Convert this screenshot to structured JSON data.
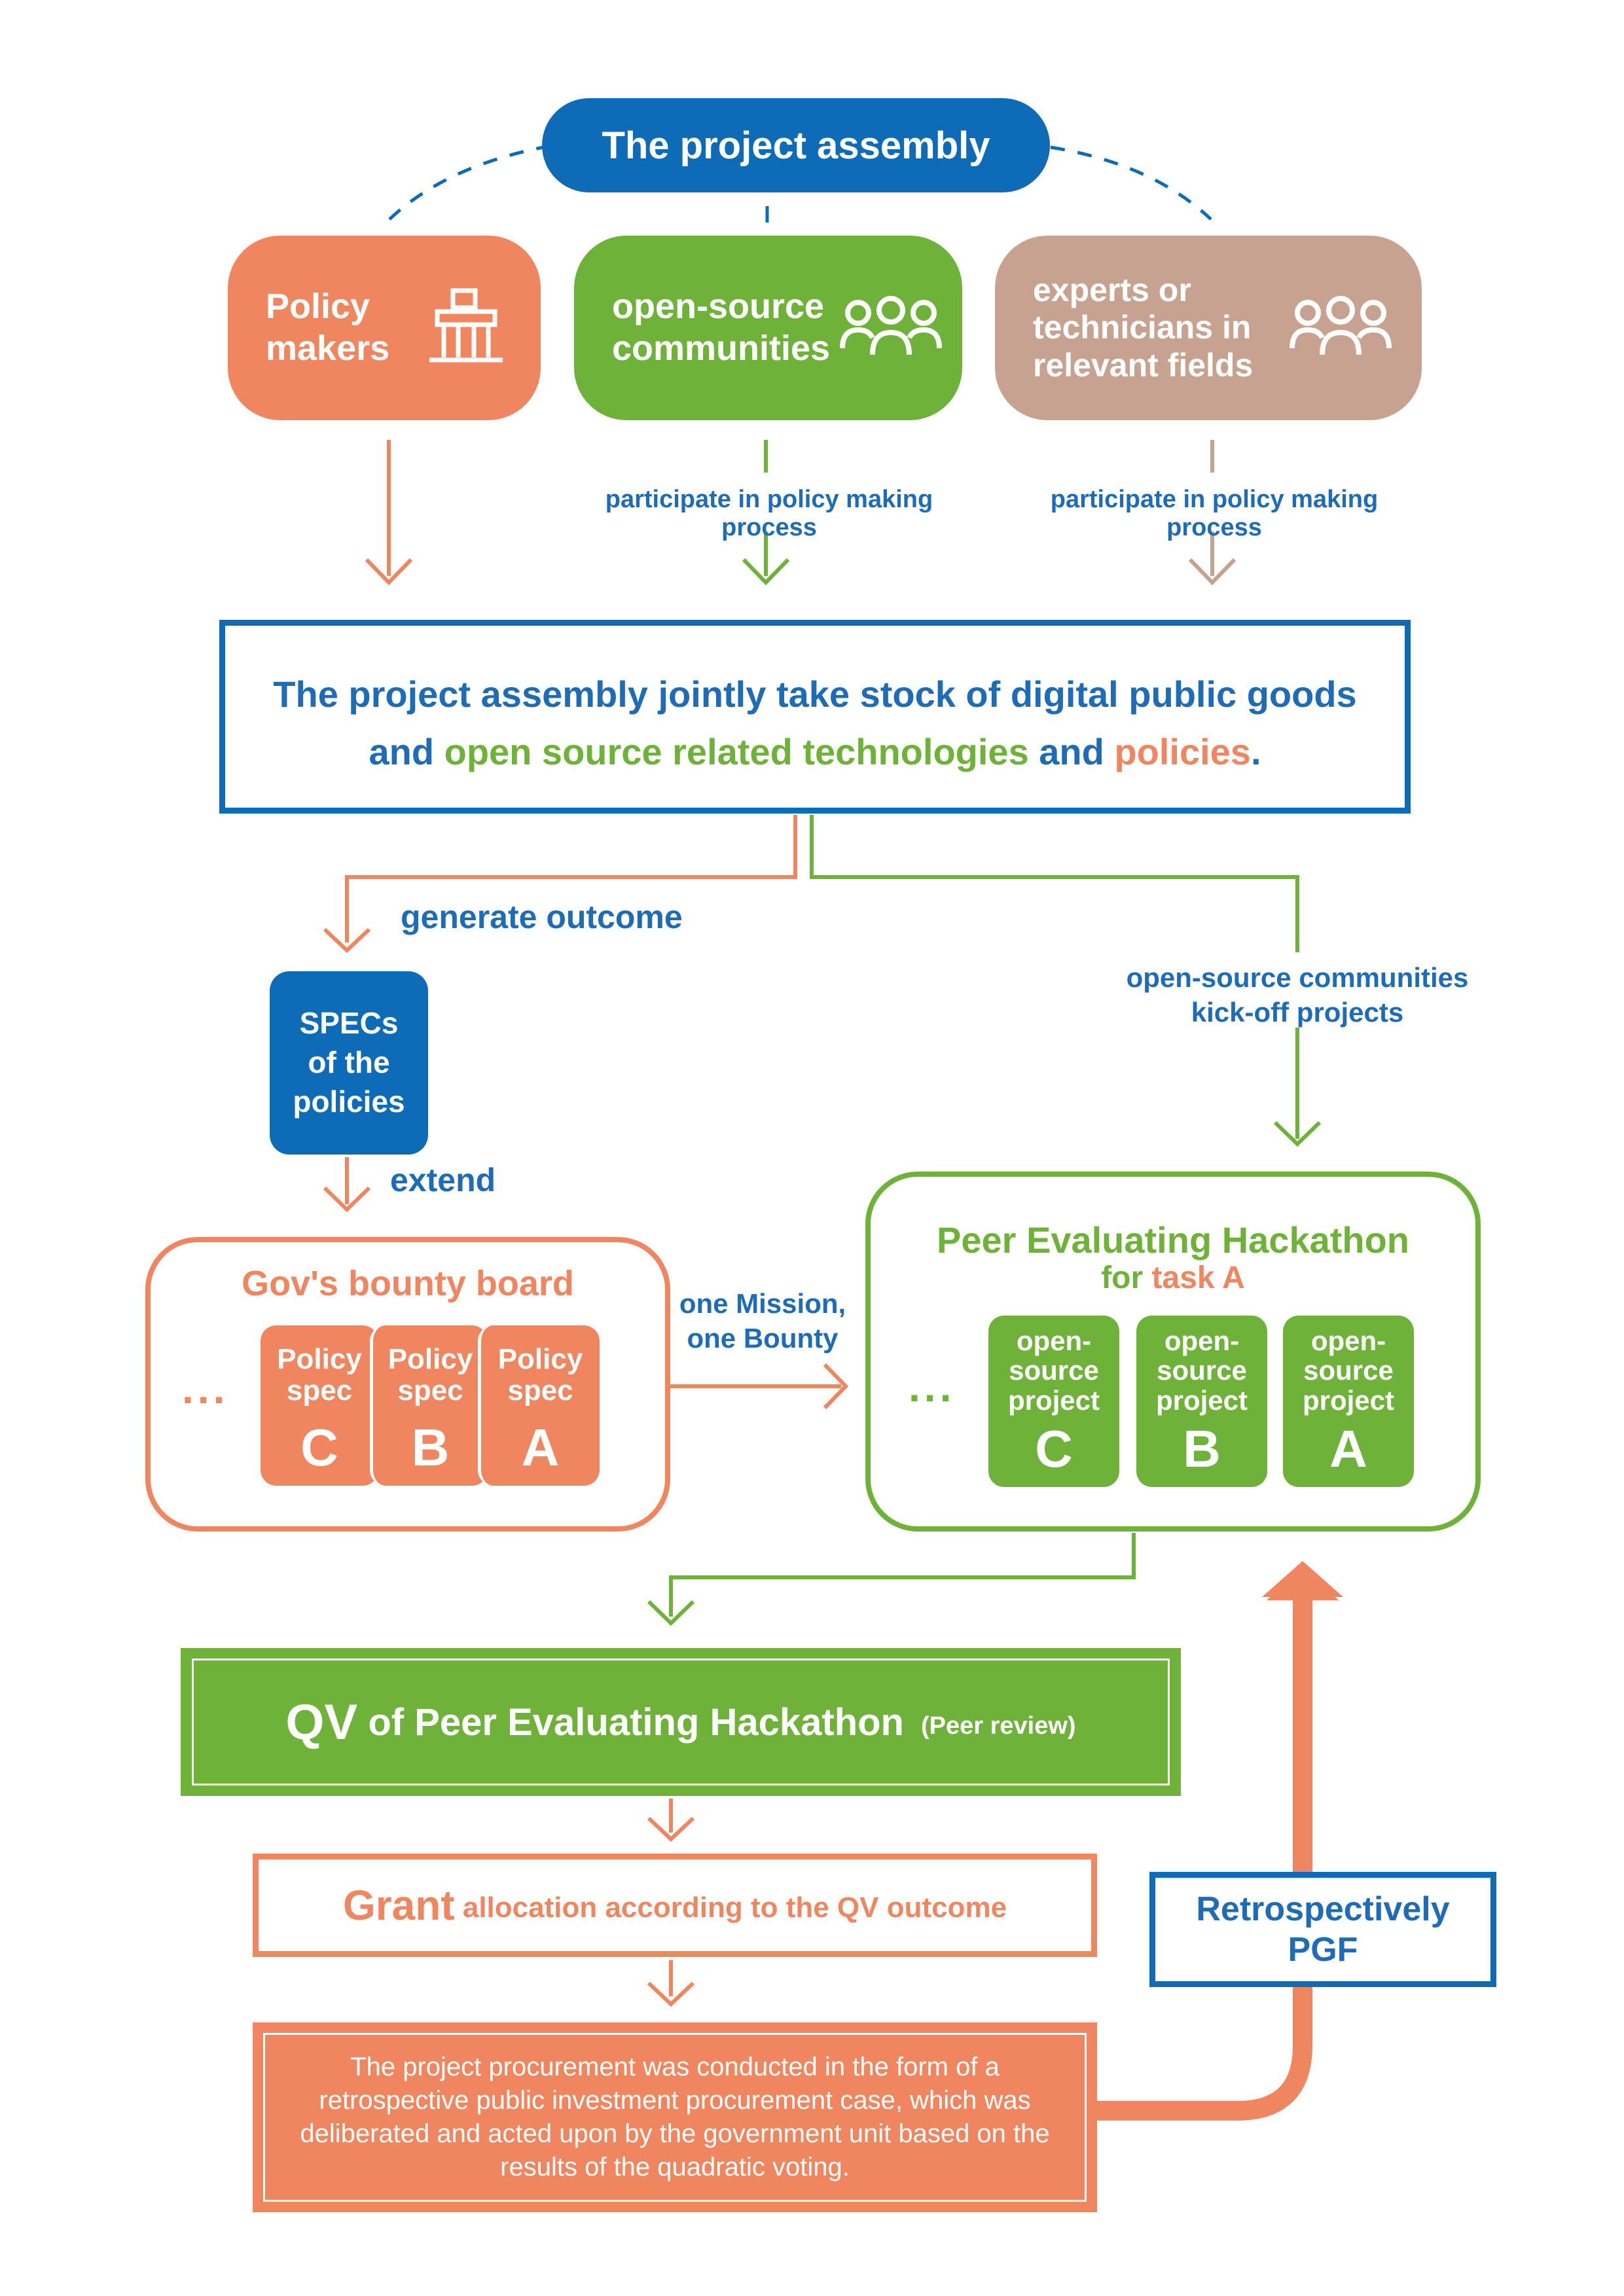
{
  "assembly": {
    "title": "The project assembly"
  },
  "stakeholders": {
    "policy_makers": {
      "label": "Policy\nmakers",
      "icon": "government-building-icon"
    },
    "oss": {
      "label": "open-source\ncommunities",
      "icon": "people-group-icon"
    },
    "experts": {
      "label": "experts or\ntechnicians in\nrelevant fields",
      "icon": "people-group-icon"
    }
  },
  "participate": {
    "oss_label": "participate in policy making process",
    "experts_label": "participate in policy making process"
  },
  "stock": {
    "line1": "The project assembly jointly take stock of digital public goods",
    "line2_and1": "and ",
    "line2_green": "open source related technologies",
    "line2_and2": " and ",
    "line2_orange": "policies",
    "line2_period": "."
  },
  "generate_outcome": "generate outcome",
  "kickoff": {
    "line1": "open-source communities",
    "line2": "kick-off projects"
  },
  "specs": {
    "label": "SPECs\nof the\npolicies"
  },
  "extend": "extend",
  "bounty_board": {
    "title": "Gov's bounty board",
    "ellipsis": "...",
    "cards": [
      {
        "label": "Policy\nspec",
        "letter": "C"
      },
      {
        "label": "Policy\nspec",
        "letter": "B"
      },
      {
        "label": "Policy\nspec",
        "letter": "A"
      }
    ]
  },
  "mission": {
    "line1": "one Mission,",
    "line2": "one Bounty"
  },
  "hackathon": {
    "title": "Peer Evaluating Hackathon",
    "sub_for": "for ",
    "sub_task": "task A",
    "ellipsis": "...",
    "cards": [
      {
        "label": "open-\nsource\nproject",
        "letter": "C"
      },
      {
        "label": "open-\nsource\nproject",
        "letter": "B"
      },
      {
        "label": "open-\nsource\nproject",
        "letter": "A"
      }
    ]
  },
  "qv": {
    "big": "QV",
    "mid": " of Peer Evaluating Hackathon",
    "small": "(Peer review)"
  },
  "grant": {
    "big": "Grant",
    "rest": " allocation according to the QV outcome"
  },
  "procurement": {
    "text": "The project procurement was conducted in the form of a retrospective public investment procurement case, which was deliberated and acted upon by the government unit based on the results of the quadratic voting."
  },
  "pgf": {
    "label": "Retrospectively\nPGF"
  },
  "colors": {
    "blue": "#0e6bb8",
    "green": "#6fb23a",
    "orange": "#f08660",
    "tan": "#c7a290"
  }
}
